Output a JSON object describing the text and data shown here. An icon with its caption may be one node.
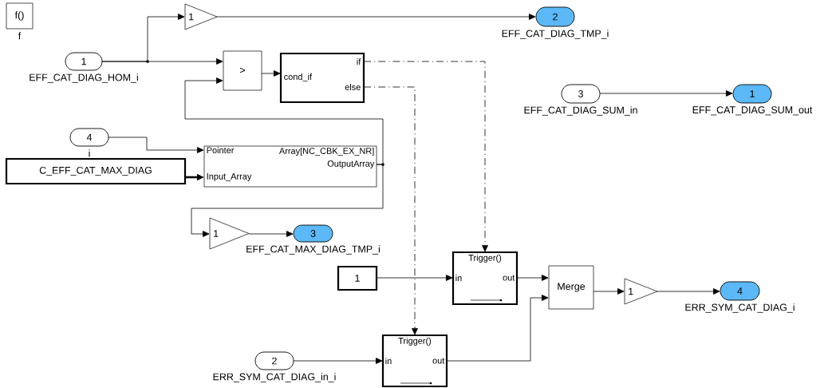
{
  "diagram": {
    "nodes": [
      {
        "text": [
          "f()"
        ],
        "beside": [
          "f"
        ]
      },
      {
        "text": [
          "1"
        ],
        "beside": [
          "EFF_CAT_DIAG_HOM_i"
        ]
      },
      {
        "text": [
          "1"
        ]
      },
      {
        "text": [
          "2"
        ],
        "beside": [
          "EFF_CAT_DIAG_TMP_i"
        ]
      },
      {
        "text": [
          ">"
        ]
      },
      {
        "text": [
          "cond_if",
          "if",
          "else"
        ]
      },
      {
        "text": [
          "3"
        ],
        "beside": [
          "EFF_CAT_DIAG_SUM_in"
        ]
      },
      {
        "text": [
          "1"
        ],
        "beside": [
          "EFF_CAT_DIAG_SUM_out"
        ]
      },
      {
        "text": [
          "4"
        ],
        "beside": [
          "i"
        ]
      },
      {
        "text": [
          "C_EFF_CAT_MAX_DIAG"
        ]
      },
      {
        "text": [
          "Pointer",
          "Array[NC_CBK_EX_NR]",
          "OutputArray",
          "Input_Array"
        ]
      },
      {
        "text": [
          "1"
        ]
      },
      {
        "text": [
          "3"
        ],
        "beside": [
          "EFF_CAT_MAX_DIAG_TMP_i"
        ]
      },
      {
        "text": [
          "1"
        ]
      },
      {
        "text": [
          "Trigger()",
          "in",
          "out"
        ]
      },
      {
        "text": [
          "Merge"
        ]
      },
      {
        "text": [
          "1"
        ]
      },
      {
        "text": [
          "4"
        ],
        "beside": [
          "ERR_SYM_CAT_DIAG_i"
        ]
      },
      {
        "text": [
          "2"
        ],
        "beside": [
          "ERR_SYM_CAT_DIAG_in_i"
        ]
      },
      {
        "text": [
          "Trigger()",
          "in",
          "out"
        ]
      }
    ],
    "edges": [
      {
        "from": 1,
        "to": 2,
        "arrow": "to"
      },
      {
        "from": 1,
        "to": 4,
        "arrow": "to"
      },
      {
        "from": 2,
        "to": 3,
        "arrow": "to"
      },
      {
        "from": 4,
        "to": 5,
        "arrow": "to"
      },
      {
        "from": 10,
        "to": 4,
        "arrow": "to"
      },
      {
        "from": 10,
        "to": 11,
        "arrow": "to"
      },
      {
        "from": 11,
        "to": 12,
        "arrow": "to"
      },
      {
        "from": 8,
        "to": 10,
        "arrow": "to"
      },
      {
        "from": 9,
        "to": 10,
        "arrow": "to",
        "style": "thick"
      },
      {
        "from": 5,
        "to": 14,
        "arrow": "to",
        "style": "dashed"
      },
      {
        "from": 5,
        "to": 19,
        "arrow": "to",
        "style": "dashed"
      },
      {
        "from": 6,
        "to": 7,
        "arrow": "to"
      },
      {
        "from": 13,
        "to": 14,
        "arrow": "to"
      },
      {
        "from": 14,
        "to": 15,
        "arrow": "to"
      },
      {
        "from": 19,
        "to": 15,
        "arrow": "to"
      },
      {
        "from": 15,
        "to": 16,
        "arrow": "to"
      },
      {
        "from": 16,
        "to": 17,
        "arrow": "to"
      },
      {
        "from": 18,
        "to": 19,
        "arrow": "to"
      }
    ]
  }
}
